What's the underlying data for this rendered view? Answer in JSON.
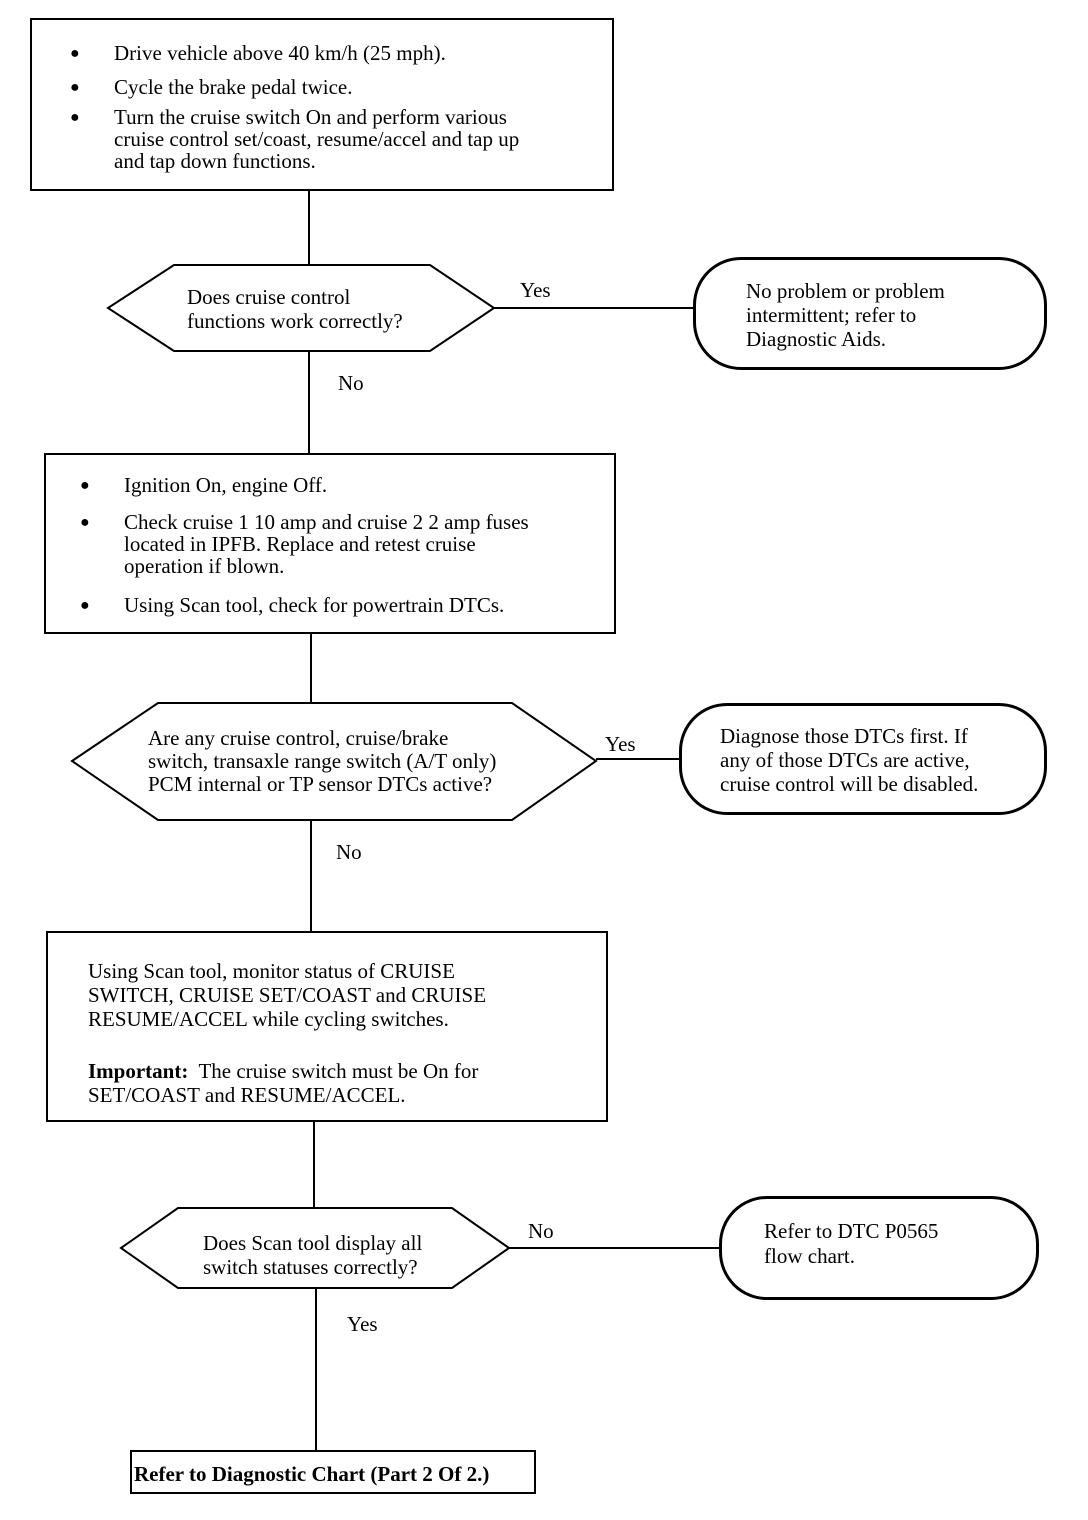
{
  "step1": {
    "bullets": [
      "Drive vehicle above 40 km/h (25 mph).",
      "Cycle the brake pedal twice.",
      "Turn the cruise switch On and perform various",
      "cruise control set/coast, resume/accel and tap up",
      "and tap down functions."
    ]
  },
  "decision1": {
    "lines": [
      "Does cruise control",
      "functions work correctly?"
    ],
    "yes_label": "Yes",
    "no_label": "No"
  },
  "result1": {
    "lines": [
      "No problem or problem",
      "intermittent; refer to",
      "Diagnostic Aids."
    ]
  },
  "step2": {
    "b1": "Ignition On, engine Off.",
    "b2": [
      "Check cruise 1 10 amp and cruise 2 2 amp fuses",
      "located in IPFB. Replace and retest cruise",
      "operation if blown."
    ],
    "b3": "Using Scan tool, check for powertrain DTCs."
  },
  "decision2": {
    "lines": [
      "Are any cruise control, cruise/brake",
      "switch, transaxle range switch (A/T only)",
      "PCM internal or TP sensor DTCs active?"
    ],
    "yes_label": "Yes",
    "no_label": "No"
  },
  "result2": {
    "lines": [
      "Diagnose those DTCs first. If",
      "any of those DTCs are active,",
      "cruise control will be disabled."
    ]
  },
  "step3": {
    "lines": [
      "Using Scan tool, monitor status of CRUISE",
      "SWITCH, CRUISE SET/COAST and CRUISE",
      "RESUME/ACCEL while cycling switches."
    ],
    "important_label": "Important:",
    "important_text": "The cruise switch must be On for",
    "important_line2": "SET/COAST and RESUME/ACCEL."
  },
  "decision3": {
    "lines": [
      "Does Scan tool display all",
      "switch statuses correctly?"
    ],
    "no_label": "No",
    "yes_label": "Yes"
  },
  "result3": {
    "lines": [
      "Refer to DTC P0565",
      "flow chart."
    ]
  },
  "final": {
    "label": "Refer to Diagnostic Chart (Part 2 Of 2.)"
  }
}
